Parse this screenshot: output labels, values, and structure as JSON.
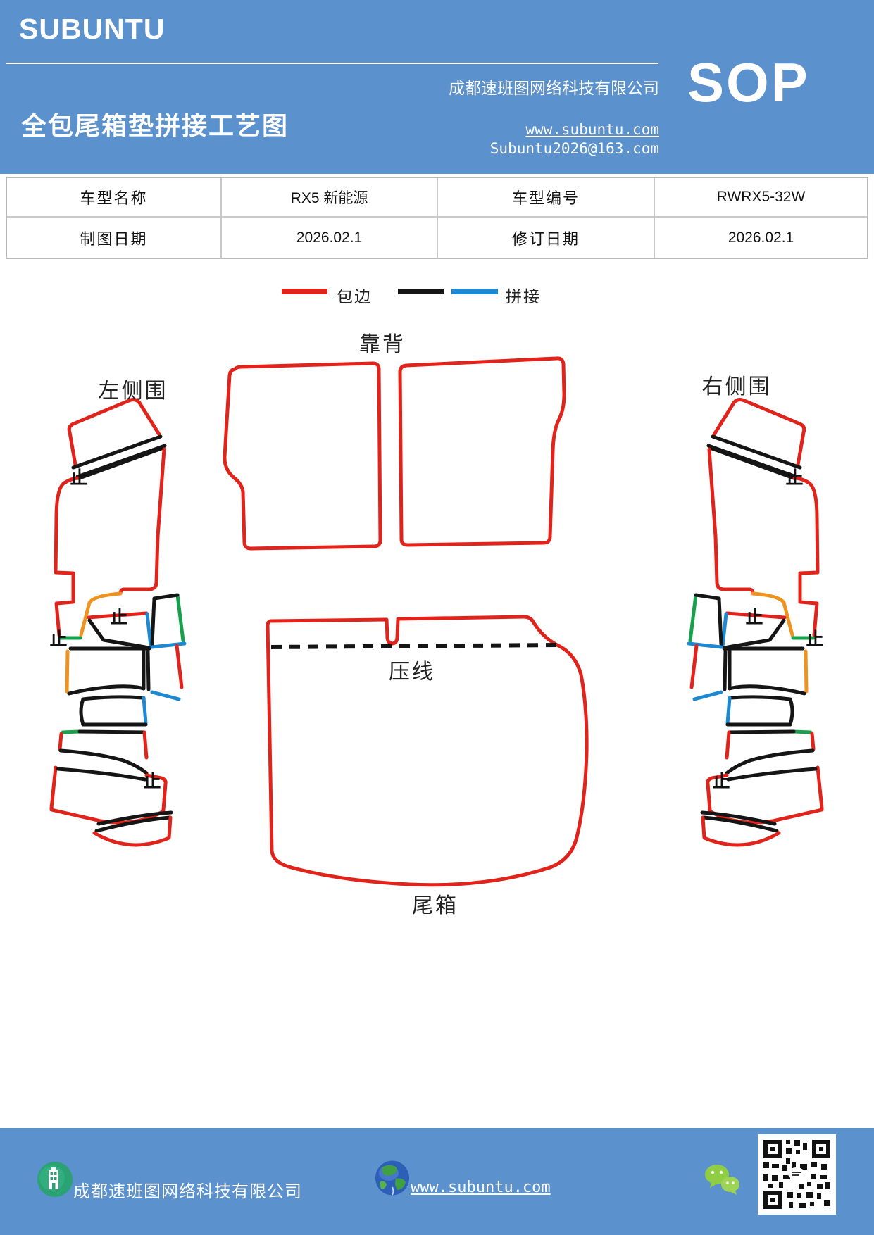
{
  "header": {
    "logo": "SUBUNTU",
    "company": "成都速班图网络科技有限公司",
    "title": "全包尾箱垫拼接工艺图",
    "website": "www.subuntu.com",
    "email": "Subuntu2026@163.com",
    "badge": "SOP",
    "bg_color": "#5b91cd"
  },
  "info_table": {
    "rows": [
      [
        "车型名称",
        "RX5 新能源",
        "车型编号",
        "RWRX5-32W"
      ],
      [
        "制图日期",
        "2026.02.1",
        "修订日期",
        "2026.02.1"
      ]
    ]
  },
  "legend": {
    "items": [
      {
        "label": "包边",
        "colors": [
          "#e0241b"
        ]
      },
      {
        "label": "拼接",
        "colors": [
          "#151515",
          "#1e88d2"
        ]
      }
    ]
  },
  "diagram": {
    "labels": {
      "backrest": "靠背",
      "left_side": "左侧围",
      "right_side": "右侧围",
      "press_line": "压线",
      "trunk": "尾箱"
    },
    "stop_mark": "止",
    "colors": {
      "edge_red": "#e0241b",
      "stitch_black": "#151515",
      "stitch_blue": "#1e88d2",
      "stitch_orange": "#f0931e",
      "stitch_green": "#18a14b"
    }
  },
  "footer": {
    "company": "成都速班图网络科技有限公司",
    "website": "www.subuntu.com"
  }
}
